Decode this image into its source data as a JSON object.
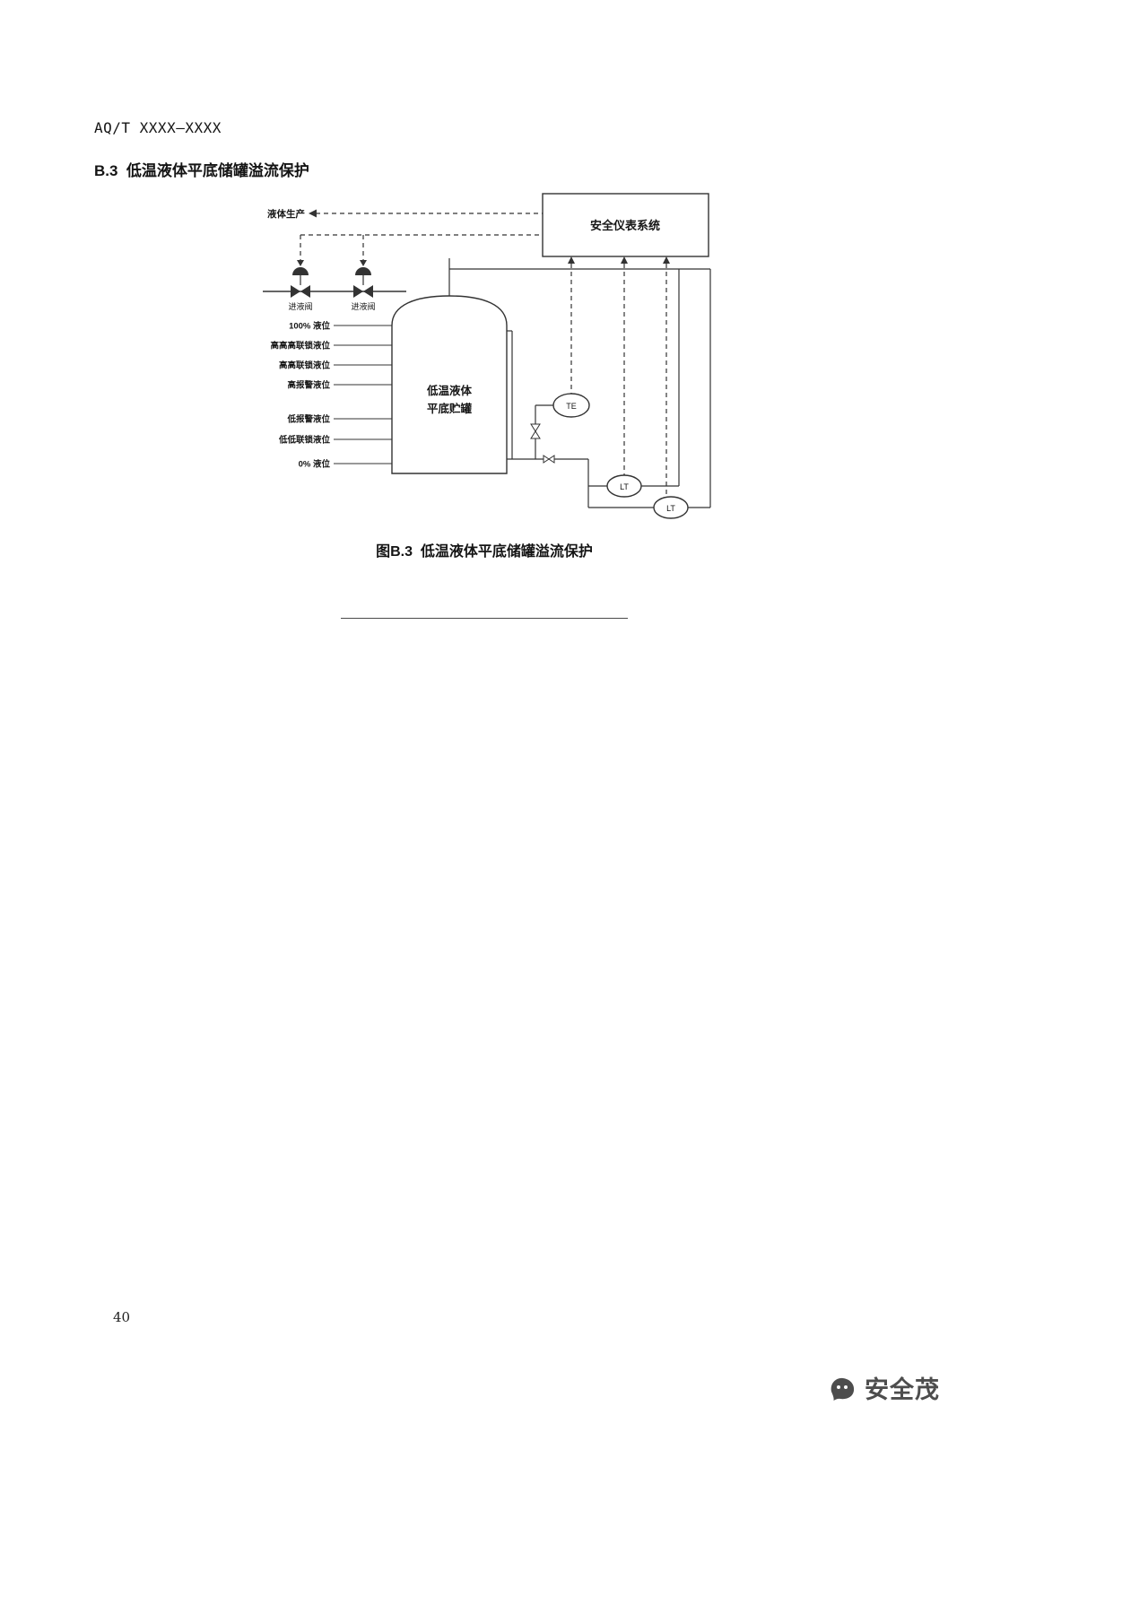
{
  "page": {
    "doc_code": "AQ/T XXXX—XXXX",
    "section_heading": "B.3  低温液体平底储罐溢流保护",
    "figure_caption": "图B.3  低温液体平底储罐溢流保护",
    "page_number": "40",
    "brand_name": "安全茂"
  },
  "diagram": {
    "sis_label": "安全仪表系统",
    "liquid_production_label": "液体生产",
    "inlet_valve_1_label": "进液阀",
    "inlet_valve_2_label": "进液阀",
    "tank_label_line1": "低温液体",
    "tank_label_line2": "平底贮罐",
    "level_labels": [
      "100% 液位",
      "高高高联锁液位",
      "高高联锁液位",
      "高报警液位",
      "低报警液位",
      "低低联锁液位",
      "0% 液位"
    ],
    "instrument_te": "TE",
    "instrument_lt1": "LT",
    "instrument_lt2": "LT"
  },
  "colors": {
    "ink": "#1b1b1b",
    "line": "#333333",
    "brand": "#4d4d4d"
  }
}
